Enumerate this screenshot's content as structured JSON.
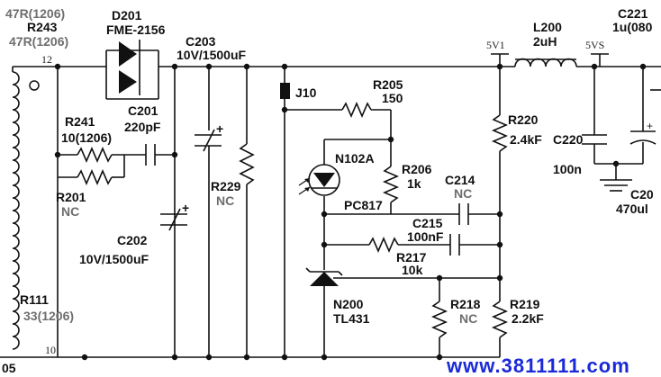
{
  "labels": {
    "r243_top": "47R(1206)",
    "r243": "R243",
    "r243_val": "47R(1206)",
    "pin12": "12",
    "pin10": "10",
    "d201": "D201",
    "d201_val": "FME-2156",
    "c203": "C203",
    "c203_val": "10V/1500uF",
    "l200": "L200",
    "l200_val": "2uH",
    "c221": "C221",
    "c221_val": "1u(080",
    "n5v1": "5V1",
    "n5vs": "5VS",
    "r241": "R241",
    "r241_val": "10(1206)",
    "c201": "C201",
    "c201_val": "220pF",
    "r201": "R201",
    "r201_val": "NC",
    "j10": "J10",
    "r205": "R205",
    "r205_val": "150",
    "r220": "R220",
    "r220_val": "2.4kF",
    "n102a": "N102A",
    "r206": "R206",
    "r206_val": "1k",
    "pc817": "PC817",
    "c214": "C214",
    "c214_val": "NC",
    "c220": "C220",
    "c220_val": "100n",
    "c20x": "C20",
    "c20x_val": "470ul",
    "r229": "R229",
    "r229_val": "NC",
    "c215": "C215",
    "c215_val": "100nF",
    "r217": "R217",
    "r217_val": "10k",
    "c202": "C202",
    "c202_val": "10V/1500uF",
    "r111": "R111",
    "r111_val": "33(1206)",
    "n200": "N200",
    "n200_val": "TL431",
    "r218": "R218",
    "r218_val": "NC",
    "r219": "R219",
    "r219_val": "2.2kF",
    "edge05": "05",
    "watermark": "www.3811111.com"
  }
}
